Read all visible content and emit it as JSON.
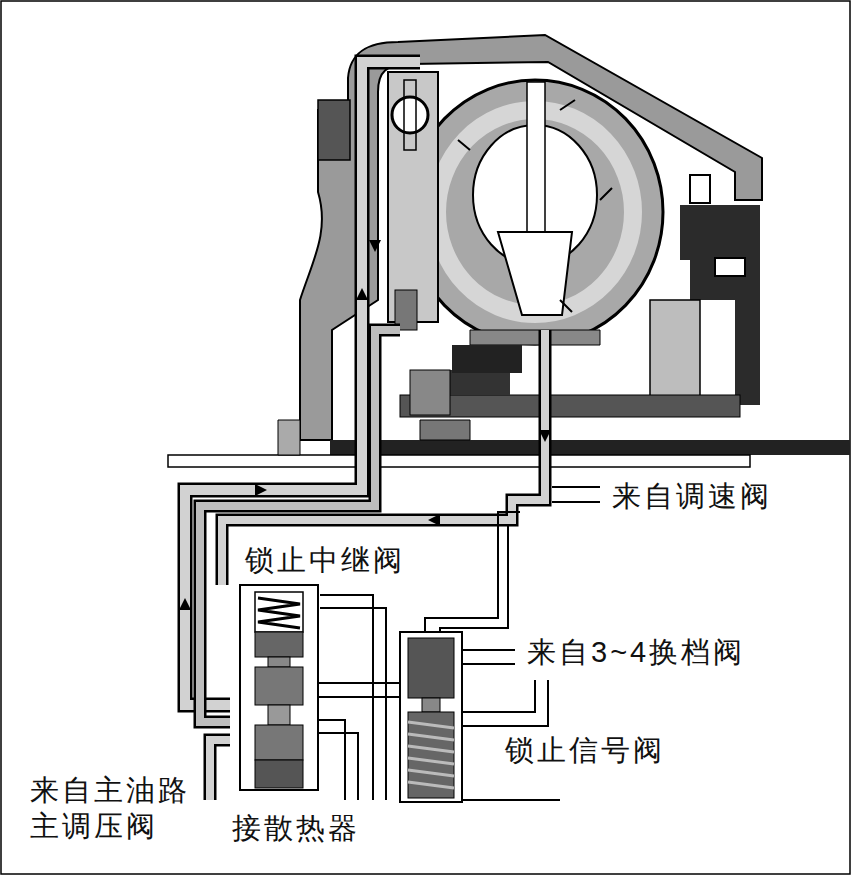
{
  "diagram": {
    "labels": [
      "来自调速阀",
      "锁止中继阀",
      "来自3~4换档阀",
      "锁止信号阀",
      "来自主油路 主调压阀",
      "接散热器"
    ]
  }
}
